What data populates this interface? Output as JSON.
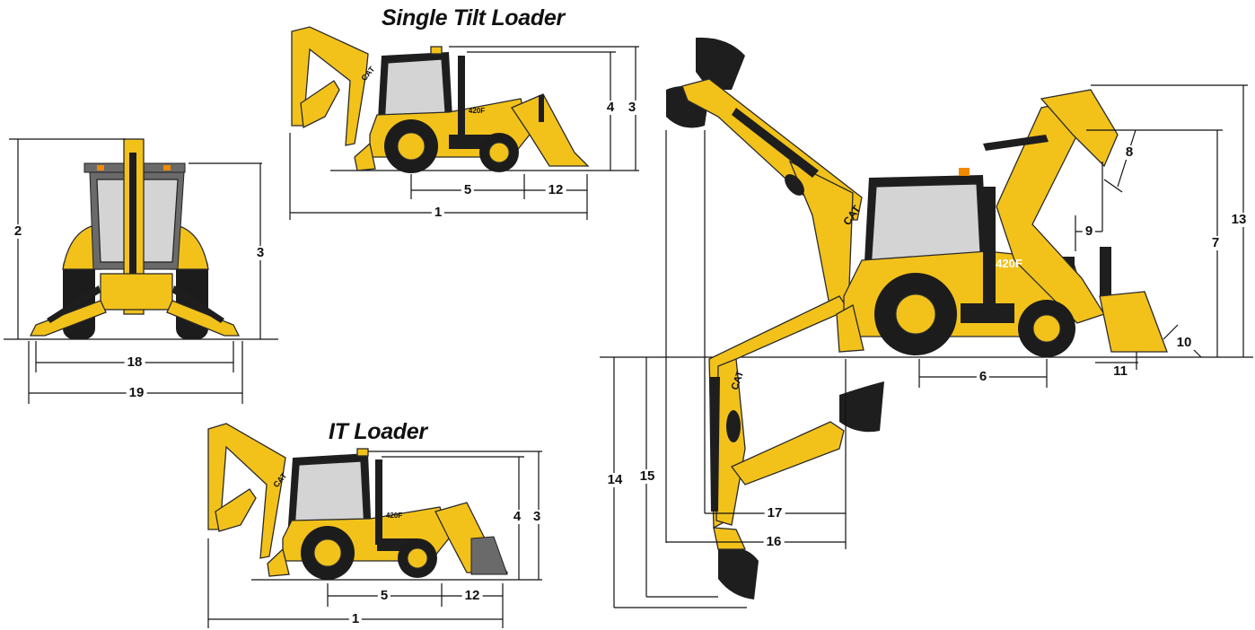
{
  "titles": {
    "single_tilt": "Single Tilt Loader",
    "it_loader": "IT Loader"
  },
  "labels": {
    "cat": "CAT",
    "model": "420F"
  },
  "colors": {
    "machine_yellow": "#f2c21b",
    "machine_dark": "#1e1e1e",
    "glass": "#d4d4d4",
    "line": "#111111"
  },
  "dims": {
    "d1": "1",
    "d2": "2",
    "d3": "3",
    "d4": "4",
    "d5": "5",
    "d6": "6",
    "d7": "7",
    "d8": "8",
    "d9": "9",
    "d10": "10",
    "d11": "11",
    "d12": "12",
    "d13": "13",
    "d14": "14",
    "d15": "15",
    "d16": "16",
    "d17": "17",
    "d18": "18",
    "d19": "19"
  }
}
